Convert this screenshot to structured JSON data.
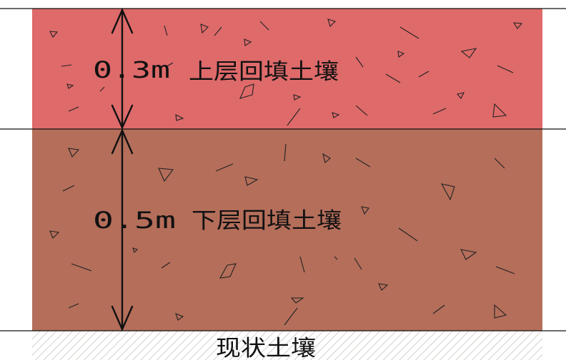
{
  "upper_layer": {
    "thickness_label": "0.3m",
    "name": "上层回填土壤",
    "fill_color": "#de6a6a"
  },
  "lower_layer": {
    "thickness_label": "0.5m",
    "name": "下层回填土壤",
    "fill_color": "#b46e5a"
  },
  "base_layer": {
    "name": "现状土壤",
    "hatch_color": "#b8b0a8"
  },
  "line_color": "#111111"
}
